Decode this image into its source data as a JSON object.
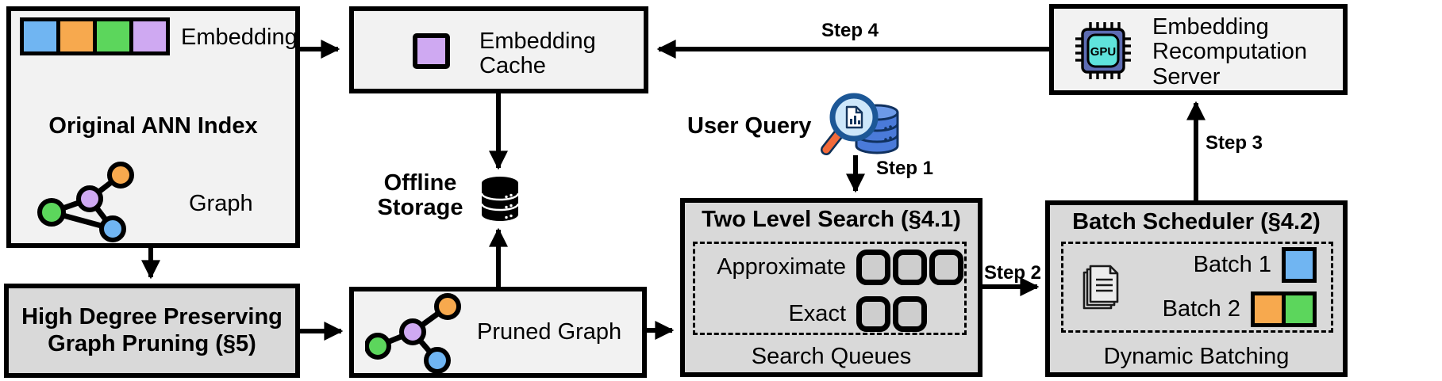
{
  "palette": {
    "blue": "#70b5f2",
    "orange": "#f7a94e",
    "green": "#5cd65c",
    "purple": "#cfa9f2",
    "box_light": "#f2f2f2",
    "box_dark": "#d9d9d9",
    "queue_fill": "#cecece"
  },
  "ann_index": {
    "title": "Original ANN Index",
    "embedding_label": "Embedding",
    "graph_label": "Graph",
    "embedding_colors": [
      "blue",
      "orange",
      "green",
      "purple"
    ]
  },
  "embedding_cache": {
    "label": "Embedding Cache"
  },
  "offline_storage": {
    "label": "Offline Storage"
  },
  "user_query": {
    "label": "User Query"
  },
  "high_degree_pruning": {
    "label": "High Degree Preserving Graph Pruning (§5)"
  },
  "pruned_graph": {
    "label": "Pruned Graph"
  },
  "two_level_search": {
    "title": "Two Level Search (§4.1)",
    "queues": [
      {
        "label": "Approximate",
        "count": 3
      },
      {
        "label": "Exact",
        "count": 2
      }
    ],
    "footer": "Search Queues"
  },
  "batch_scheduler": {
    "title": "Batch Scheduler (§4.2)",
    "batches": [
      {
        "label": "Batch 1",
        "colors": [
          "blue"
        ]
      },
      {
        "label": "Batch 2",
        "colors": [
          "orange",
          "green"
        ]
      }
    ],
    "footer": "Dynamic Batching"
  },
  "recomputation_server": {
    "label": "Embedding Recomputation Server",
    "chip_text": "GPU"
  },
  "steps": {
    "step1": "Step 1",
    "step2": "Step 2",
    "step3": "Step 3",
    "step4": "Step 4"
  }
}
